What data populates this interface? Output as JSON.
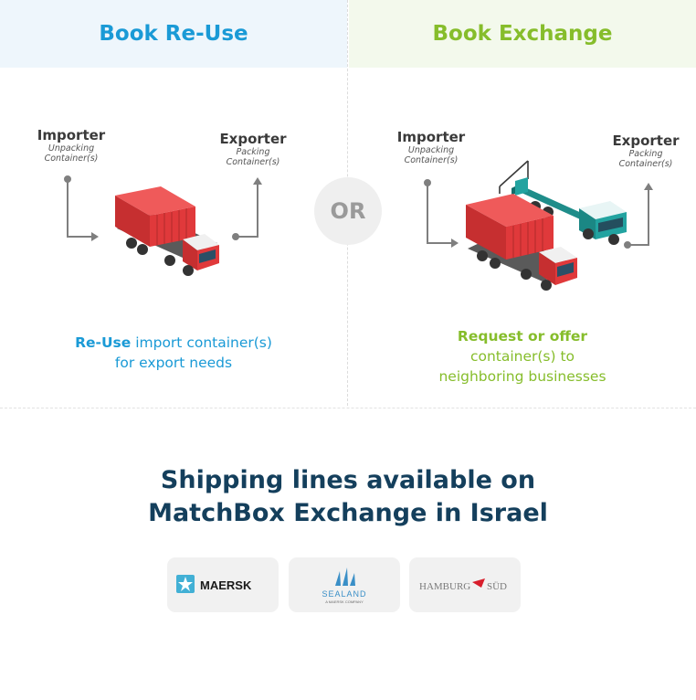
{
  "left_panel": {
    "title": "Book Re-Use",
    "importer": {
      "title": "Importer",
      "sub1": "Unpacking",
      "sub2": "Container(s)"
    },
    "exporter": {
      "title": "Exporter",
      "sub1": "Packing",
      "sub2": "Container(s)"
    },
    "caption": {
      "highlight": "Re-Use",
      "rest1": " import container(s)",
      "line2": "for export needs"
    }
  },
  "or_label": "OR",
  "right_panel": {
    "title": "Book Exchange",
    "importer": {
      "title": "Importer",
      "sub1": "Unpacking",
      "sub2": "Container(s)"
    },
    "exporter": {
      "title": "Exporter",
      "sub1": "Packing",
      "sub2": "Container(s)"
    },
    "caption": {
      "line1": "Request or offer",
      "line2": "container(s) to",
      "line3": "neighboring businesses"
    }
  },
  "bottom": {
    "title_line1": "Shipping lines available on",
    "title_line2": "MatchBox Exchange in Israel"
  },
  "logos": [
    {
      "name": "MAERSK"
    },
    {
      "name": "SEALAND",
      "sub": "A MAERSK COMPANY"
    },
    {
      "name_part1": "HAMBURG",
      "name_part2": "SÜD"
    }
  ],
  "colors": {
    "reuse_blue": "#1a9ad6",
    "exchange_green": "#86bd2b",
    "title_navy": "#143f5c",
    "truck_red": "#e0393b",
    "truck_teal": "#22a3a0"
  }
}
